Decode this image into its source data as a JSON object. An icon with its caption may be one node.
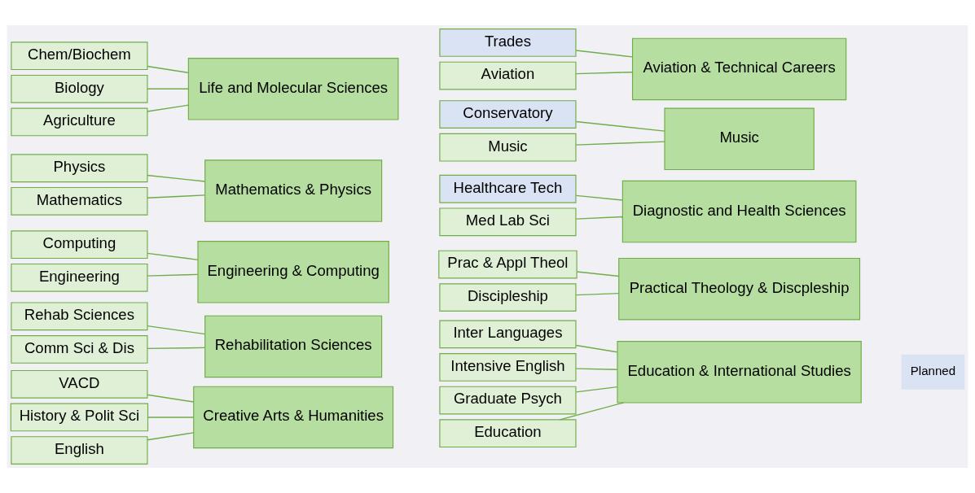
{
  "diagram": {
    "nodes": [
      {
        "text": [
          "Agriculture"
        ]
      },
      {
        "text": [
          "Biology"
        ]
      },
      {
        "text": [
          "Chem/Biochem"
        ]
      },
      {
        "text": [
          "Life and Molecular Sciences"
        ]
      },
      {
        "text": [
          "Mathematics"
        ]
      },
      {
        "text": [
          "Physics"
        ]
      },
      {
        "text": [
          "Mathematics & Physics"
        ]
      },
      {
        "text": [
          "Engineering"
        ]
      },
      {
        "text": [
          "Computing"
        ]
      },
      {
        "text": [
          "Engineering & Computing"
        ]
      },
      {
        "text": [
          "Comm Sci & Dis"
        ]
      },
      {
        "text": [
          "Rehab Sciences"
        ]
      },
      {
        "text": [
          "Rehabilitation Sciences"
        ]
      },
      {
        "text": [
          "English"
        ]
      },
      {
        "text": [
          "History & Polit Sci"
        ]
      },
      {
        "text": [
          "VACD"
        ]
      },
      {
        "text": [
          "Creative Arts & Humanities"
        ]
      },
      {
        "text": [
          "Aviation"
        ]
      },
      {
        "text": [
          "Trades"
        ]
      },
      {
        "text": [
          "Aviation & Technical Careers"
        ]
      },
      {
        "text": [
          "Music"
        ]
      },
      {
        "text": [
          "Conservatory"
        ]
      },
      {
        "text": [
          "Music"
        ]
      },
      {
        "text": [
          "Med Lab Sci"
        ]
      },
      {
        "text": [
          "Healthcare Tech"
        ]
      },
      {
        "text": [
          "Diagnostic and Health Sciences"
        ]
      },
      {
        "text": [
          "Discipleship"
        ]
      },
      {
        "text": [
          "Prac & Appl Theol"
        ]
      },
      {
        "text": [
          "Practical Theology & Discpleship"
        ]
      },
      {
        "text": [
          "Education"
        ]
      },
      {
        "text": [
          "Graduate Psych"
        ]
      },
      {
        "text": [
          "Intensive English"
        ]
      },
      {
        "text": [
          "Inter Languages"
        ]
      },
      {
        "text": [
          "Education & International Studies"
        ]
      }
    ],
    "edges": [
      {
        "from": 0,
        "to": 3,
        "arrow": "none"
      },
      {
        "from": 1,
        "to": 3,
        "arrow": "none"
      },
      {
        "from": 2,
        "to": 3,
        "arrow": "none"
      },
      {
        "from": 4,
        "to": 6,
        "arrow": "none"
      },
      {
        "from": 5,
        "to": 6,
        "arrow": "none"
      },
      {
        "from": 7,
        "to": 9,
        "arrow": "none"
      },
      {
        "from": 8,
        "to": 9,
        "arrow": "none"
      },
      {
        "from": 10,
        "to": 12,
        "arrow": "none"
      },
      {
        "from": 11,
        "to": 12,
        "arrow": "none"
      },
      {
        "from": 13,
        "to": 16,
        "arrow": "none"
      },
      {
        "from": 14,
        "to": 16,
        "arrow": "none"
      },
      {
        "from": 15,
        "to": 16,
        "arrow": "none"
      },
      {
        "from": 17,
        "to": 19,
        "arrow": "none"
      },
      {
        "from": 18,
        "to": 19,
        "arrow": "none"
      },
      {
        "from": 20,
        "to": 22,
        "arrow": "none"
      },
      {
        "from": 21,
        "to": 22,
        "arrow": "none"
      },
      {
        "from": 23,
        "to": 25,
        "arrow": "none"
      },
      {
        "from": 24,
        "to": 25,
        "arrow": "none"
      },
      {
        "from": 26,
        "to": 28,
        "arrow": "none"
      },
      {
        "from": 27,
        "to": 28,
        "arrow": "none"
      },
      {
        "from": 29,
        "to": 33,
        "arrow": "none"
      },
      {
        "from": 30,
        "to": 33,
        "arrow": "none"
      },
      {
        "from": 31,
        "to": 33,
        "arrow": "none"
      },
      {
        "from": 32,
        "to": 33,
        "arrow": "none"
      }
    ],
    "legend": [
      {
        "text": "Planned",
        "color": "#dae3f3"
      }
    ]
  }
}
